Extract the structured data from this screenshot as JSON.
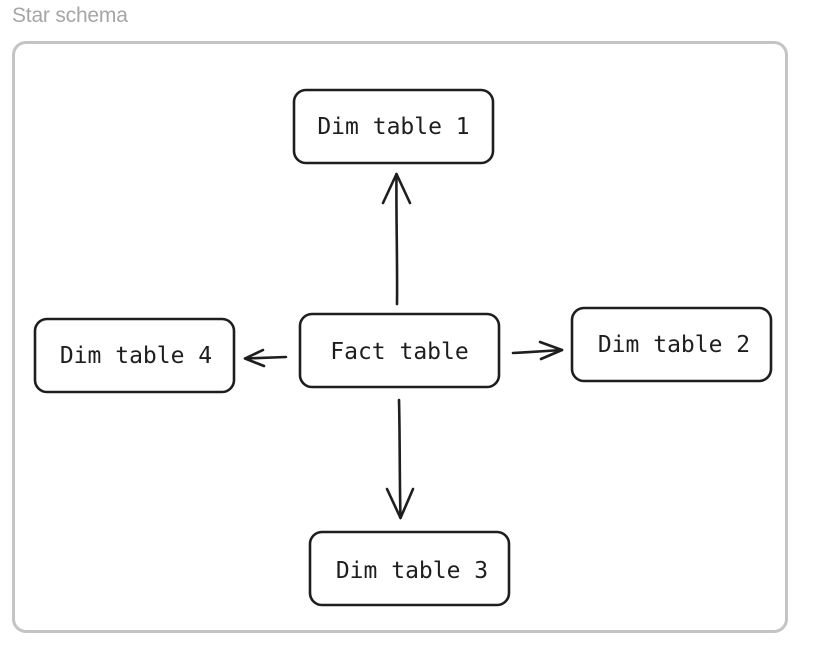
{
  "frame": {
    "title": "Star schema"
  },
  "nodes": {
    "fact": {
      "label": "Fact table"
    },
    "dim1": {
      "label": "Dim table 1"
    },
    "dim2": {
      "label": "Dim table 2"
    },
    "dim3": {
      "label": "Dim table 3"
    },
    "dim4": {
      "label": "Dim table 4"
    }
  },
  "edges": [
    {
      "from": "fact",
      "to": "dim1"
    },
    {
      "from": "fact",
      "to": "dim2"
    },
    {
      "from": "fact",
      "to": "dim3"
    },
    {
      "from": "fact",
      "to": "dim4"
    }
  ],
  "colors": {
    "stroke": "#1e1e1e",
    "frame_border": "#c4c4c4",
    "frame_title": "#a6a6a6"
  }
}
